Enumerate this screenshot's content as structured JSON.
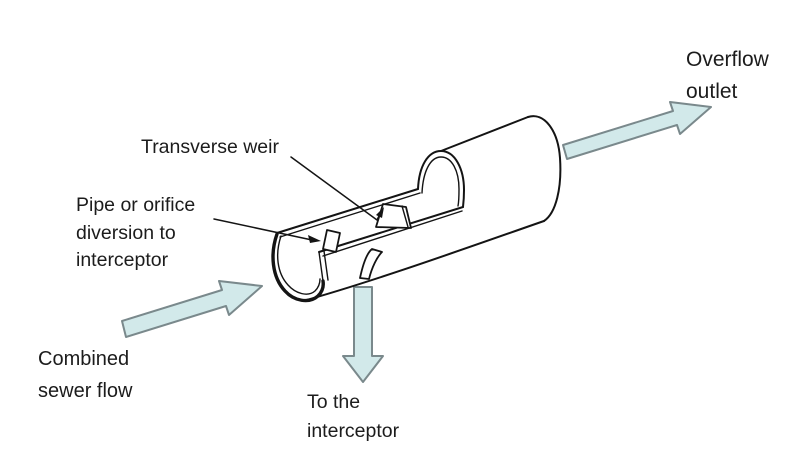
{
  "colors": {
    "background": "#ffffff",
    "text": "#1c1c1c",
    "line": "#141414",
    "arrow_fill": "#d2e9ea",
    "arrow_stroke": "#7a898c"
  },
  "labels": {
    "transverse_weir": "Transverse weir",
    "pipe_orifice_line1": "Pipe or orifice",
    "pipe_orifice_line2": "diversion to",
    "pipe_orifice_line3": "interceptor",
    "combined_line1": "Combined",
    "combined_line2": "sewer flow",
    "to_interceptor_line1": "To the",
    "to_interceptor_line2": "interceptor",
    "overflow_line1": "Overflow",
    "overflow_line2": "outlet"
  }
}
